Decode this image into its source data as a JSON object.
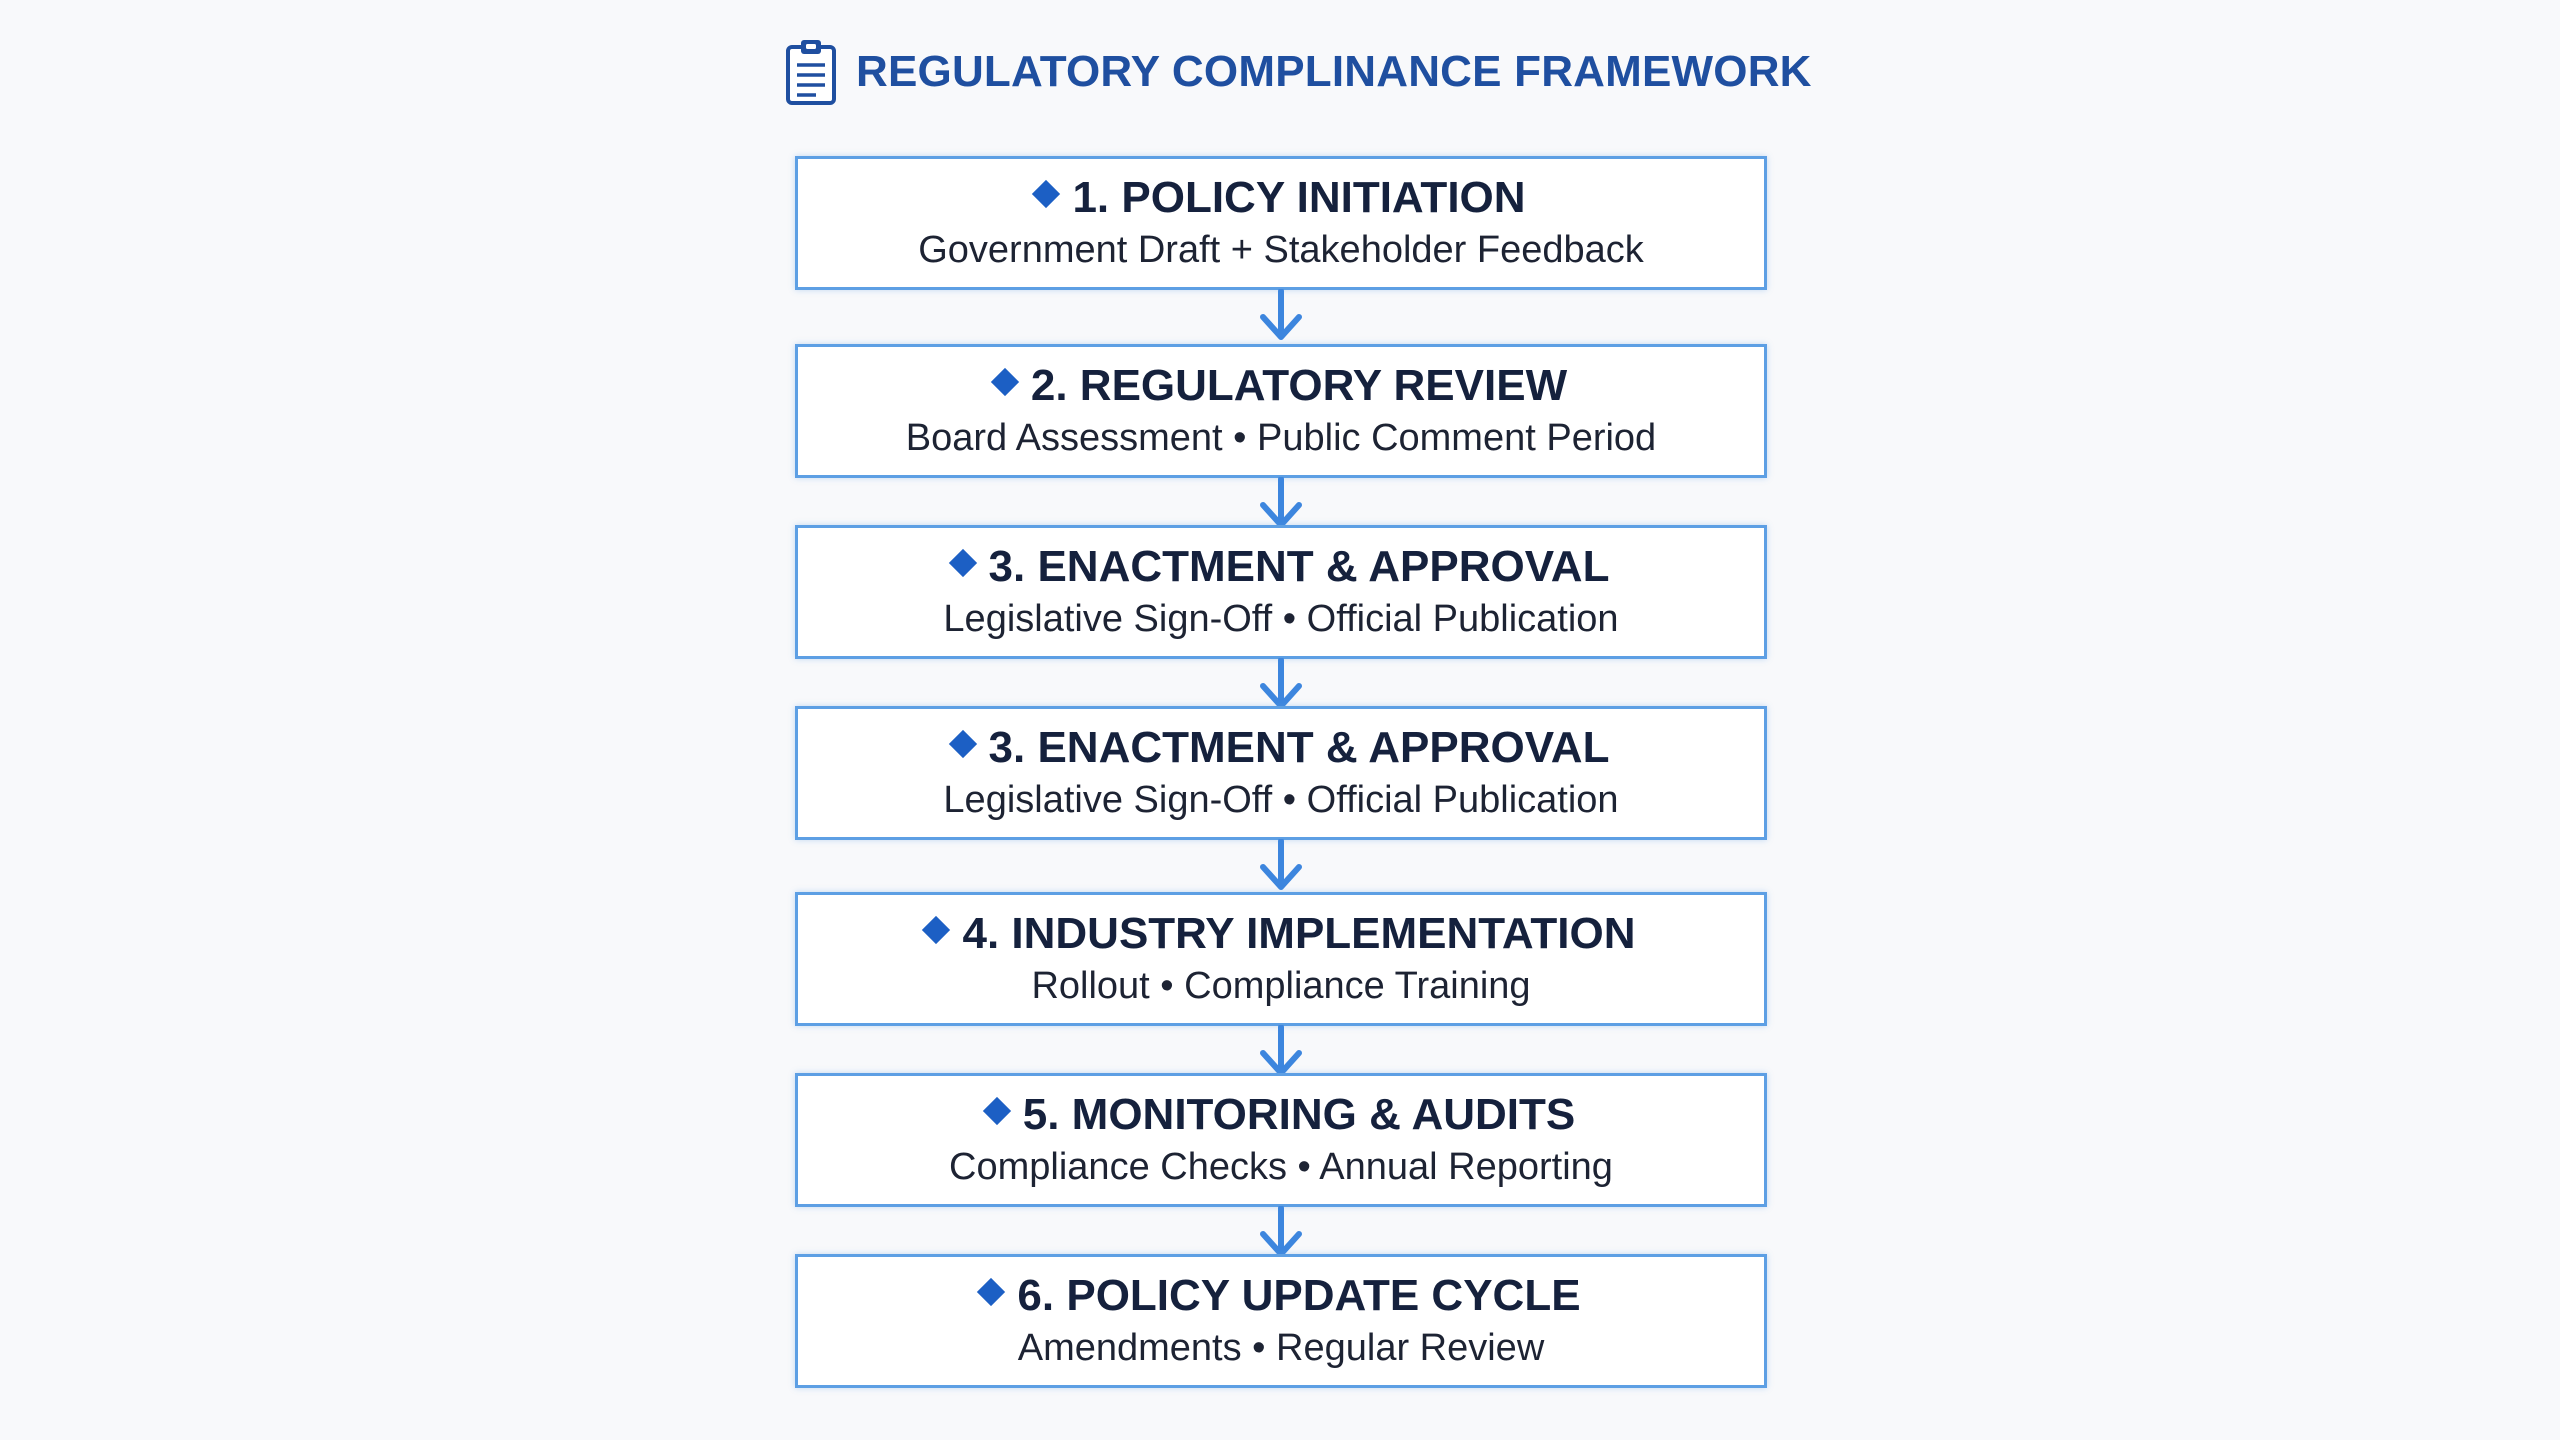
{
  "header": {
    "title": "REGULATORY COMPLINANCE FRAMEWORK",
    "icon": "clipboard-icon",
    "accent_color": "#1f4fa0"
  },
  "colors": {
    "box_border": "#5d9fe4",
    "diamond": "#1c5fc4",
    "arrow": "#3d86de"
  },
  "steps": [
    {
      "title": "1. POLICY INITIATION",
      "subtitle": "Government Draft + Stakeholder Feedback"
    },
    {
      "title": "2. REGULATORY REVIEW",
      "subtitle": "Board Assessment • Public Comment Period"
    },
    {
      "title": "3. ENACTMENT & APPROVAL",
      "subtitle": "Legislative Sign-Off • Official Publication"
    },
    {
      "title": "3. ENACTMENT & APPROVAL",
      "subtitle": "Legislative Sign-Off • Official Publication"
    },
    {
      "title": "4. INDUSTRY IMPLEMENTATION",
      "subtitle": "Rollout • Compliance Training"
    },
    {
      "title": "5. MONITORING & AUDITS",
      "subtitle": "Compliance Checks • Annual Reporting"
    },
    {
      "title": "6. POLICY UPDATE CYCLE",
      "subtitle": "Amendments • Regular Review"
    }
  ]
}
